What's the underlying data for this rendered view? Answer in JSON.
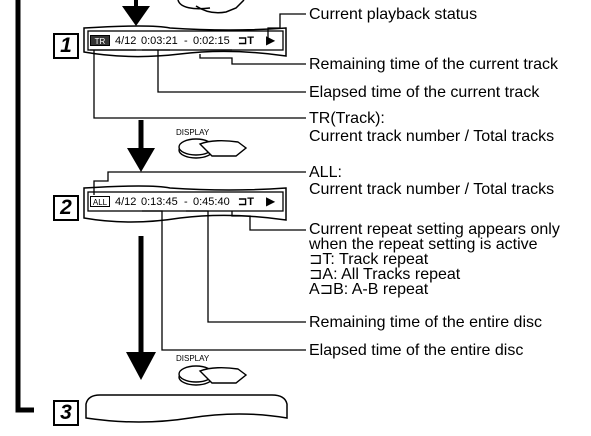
{
  "steps": [
    "1",
    "2",
    "3"
  ],
  "display_button_label": "DISPLAY",
  "screen1": {
    "mode_badge": "TR",
    "track": "4/12",
    "elapsed": "0:03:21",
    "separator": "-",
    "remaining": "0:02:15",
    "repeat": "⊐T",
    "play_icon": "play-icon"
  },
  "screen2": {
    "mode_badge": "ALL",
    "track": "4/12",
    "elapsed": "0:13:45",
    "separator": "-",
    "remaining": "0:45:40",
    "repeat": "⊐T",
    "play_icon": "play-icon"
  },
  "labels": {
    "playback_status": "Current playback status",
    "remaining_track": "Remaining time of the current track",
    "elapsed_track": "Elapsed time of the current track",
    "tr_title": "TR(Track):",
    "tr_desc": "Current track number / Total tracks",
    "all_title": "ALL:",
    "all_desc": "Current track number / Total tracks",
    "repeat_line1": "Current repeat setting appears only",
    "repeat_line2": "when the repeat setting is active",
    "repeat_t": "⊐T: Track repeat",
    "repeat_a": "⊐A: All Tracks repeat",
    "repeat_ab": "A⊐B: A-B repeat",
    "remaining_disc": "Remaining time of the entire disc",
    "elapsed_disc": "Elapsed time of the entire disc"
  }
}
